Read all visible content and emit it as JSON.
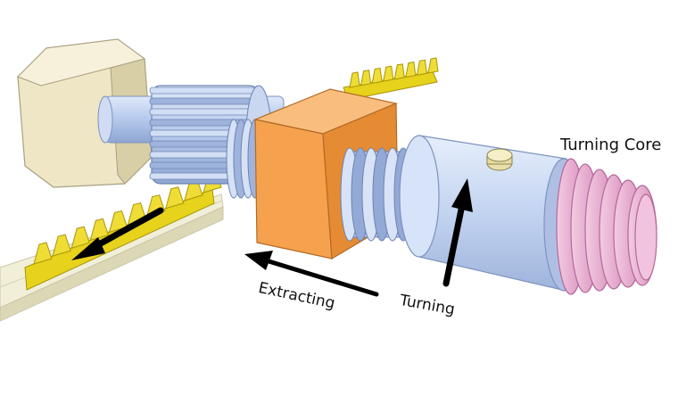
{
  "labels": {
    "turning_core": "Turning Core",
    "extracting": "Extracting",
    "turning": "Turning"
  },
  "colors": {
    "rack_yellow": "#e7d21c",
    "rail_cream": "#f1efd8",
    "motor_cream": "#eee6c4",
    "shaft_blue": "#b9ccee",
    "block_orange": "#f6a14d",
    "core_pink": "#e8aed0",
    "arrow_black": "#000000"
  },
  "icons": {
    "motor": "hexagonal-motor-icon",
    "gear": "spur-gear-icon",
    "rack": "gear-rack-icon",
    "block": "slide-block-icon",
    "core": "threaded-core-icon"
  }
}
